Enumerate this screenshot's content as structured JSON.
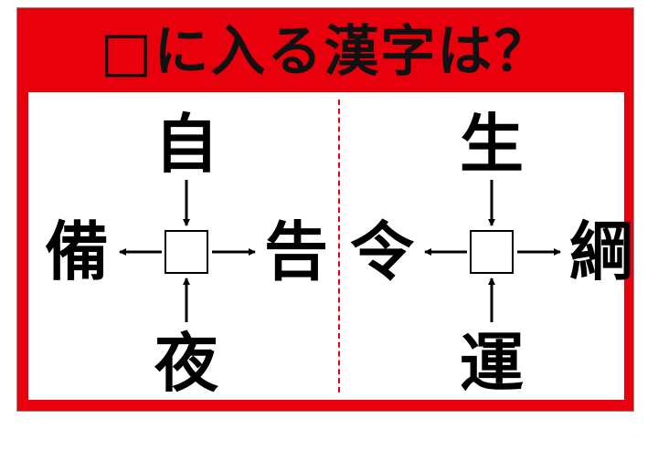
{
  "title": "□に入る漢字は？",
  "puzzles": [
    {
      "top": "自",
      "left": "備",
      "right": "告",
      "bottom": "夜"
    },
    {
      "top": "生",
      "left": "令",
      "right": "綱",
      "bottom": "運"
    }
  ],
  "colors": {
    "frame": "#e8000d",
    "ink": "#000000"
  }
}
